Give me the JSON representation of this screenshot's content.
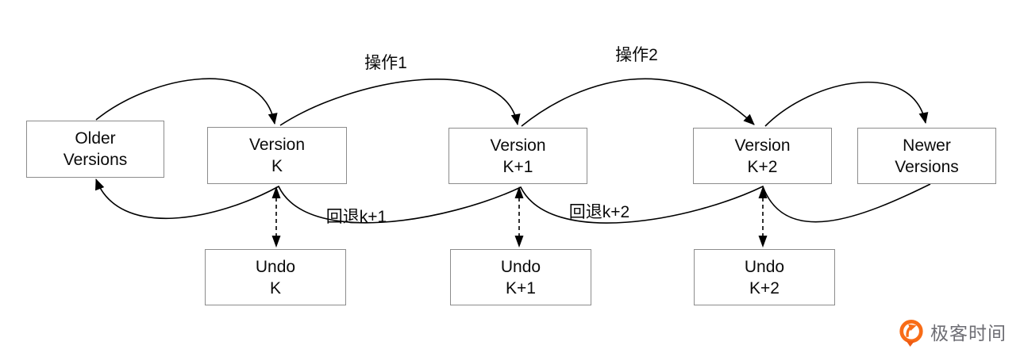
{
  "diagram": {
    "top_row": [
      {
        "line1": "Older",
        "line2": "Versions"
      },
      {
        "line1": "Version",
        "line2": "K"
      },
      {
        "line1": "Version",
        "line2": "K+1"
      },
      {
        "line1": "Version",
        "line2": "K+2"
      },
      {
        "line1": "Newer",
        "line2": "Versions"
      }
    ],
    "bottom_row": [
      {
        "line1": "Undo",
        "line2": "K"
      },
      {
        "line1": "Undo",
        "line2": "K+1"
      },
      {
        "line1": "Undo",
        "line2": "K+2"
      }
    ],
    "operation_labels": [
      "操作1",
      "操作2"
    ],
    "rollback_labels": [
      "回退k+1",
      "回退k+2"
    ],
    "edges": [
      {
        "from": "Older Versions",
        "to": "Version K",
        "style": "solid-arc"
      },
      {
        "from": "Version K",
        "to": "Version K+1",
        "style": "solid-arc",
        "label": "操作1"
      },
      {
        "from": "Version K+1",
        "to": "Version K+2",
        "style": "solid-arc",
        "label": "操作2"
      },
      {
        "from": "Version K+2",
        "to": "Newer Versions",
        "style": "solid-arc"
      },
      {
        "from": "Newer Versions",
        "to": "Older Versions",
        "style": "solid-wave-rollback"
      },
      {
        "from": "Version K",
        "to": "Undo K",
        "style": "dashed-double-arrow"
      },
      {
        "from": "Version K+1",
        "to": "Undo K+1",
        "style": "dashed-double-arrow"
      },
      {
        "from": "Version K+2",
        "to": "Undo K+2",
        "style": "dashed-double-arrow"
      }
    ],
    "colors": {
      "background": "#ffffff",
      "box_border": "#8c8c8c",
      "box_fill": "#ffffff",
      "line": "#000000",
      "text": "#0a0a0a"
    }
  },
  "logo": {
    "text": "极客时间",
    "icon": "geektime-pin-arrow-icon",
    "icon_color": "#f86c17",
    "text_color": "#6e6e74"
  }
}
